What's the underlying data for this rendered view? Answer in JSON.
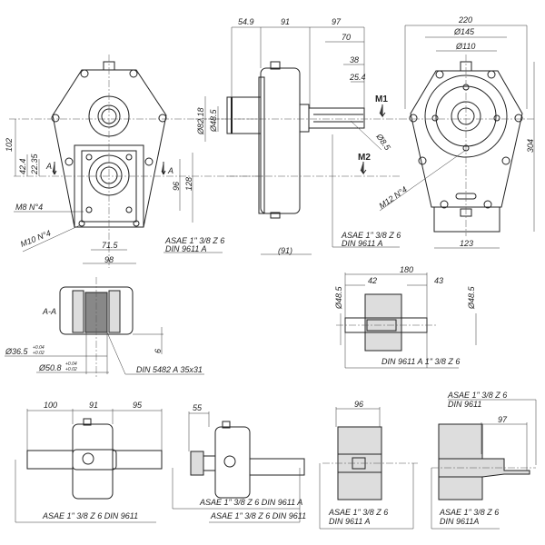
{
  "front_view": {
    "dims": {
      "d102": "102",
      "d42_4": "42.4",
      "d22_35": "22.35",
      "d96": "96",
      "d128": "128",
      "d71_5": "71.5",
      "d98": "98"
    },
    "section_mark": "A",
    "thread_m8": "M8 N°4",
    "thread_m10": "M10 N°4",
    "spline_1": "ASAE 1\" 3/8 Z 6",
    "spline_2": "DIN 9611 A"
  },
  "side_view": {
    "dims": {
      "d54_9": "54.9",
      "d91": "91",
      "d97": "97",
      "d70": "70",
      "d38": "38",
      "d25_4": "25.4",
      "d91_ref": "(91)",
      "dia82": "Ø82.18",
      "dia48": "Ø48.5",
      "dia8": "Ø8.5"
    },
    "m1": "M1",
    "m2": "M2",
    "spline_1": "ASAE 1\" 3/8 Z 6",
    "spline_2": "DIN 9611 A"
  },
  "rear_view": {
    "dims": {
      "d220": "220",
      "dia145": "Ø145",
      "dia110": "Ø110",
      "d304": "304",
      "d123": "123"
    },
    "thread_m12": "M12 N°4"
  },
  "section_aa": {
    "title": "A-A",
    "dia36": "Ø36.5",
    "dia36_tol_upper": "+0.04",
    "dia36_tol_lower": "+0.02",
    "dia50": "Ø50.8",
    "dia50_tol_upper": "+0.04",
    "dia50_tol_lower": "+0.02",
    "d6": "6",
    "spline": "DIN 5482 A  35x31"
  },
  "through_section": {
    "d180": "180",
    "d42": "42",
    "d43": "43",
    "dia_left": "Ø48.5",
    "dia_right": "Ø48.5",
    "spline": "DIN 9611 A  1\" 3/8 Z 6"
  },
  "variant_a": {
    "d100": "100",
    "d91": "91",
    "d95": "95",
    "spline": "ASAE 1\" 3/8 Z 6  DIN 9611"
  },
  "variant_b": {
    "d55": "55",
    "spline_1": "ASAE 1\" 3/8 Z 6  DIN 9611 A",
    "spline_2": "ASAE 1\" 3/8 Z 6  DIN 9611"
  },
  "variant_c": {
    "d96": "96",
    "spline_1": "ASAE 1\" 3/8 Z 6",
    "spline_2": "DIN 9611 A"
  },
  "variant_d": {
    "d97": "97",
    "top_1": "ASAE 1\" 3/8 Z 6",
    "top_2": "DIN 9611",
    "spline_1": "ASAE 1\" 3/8 Z 6",
    "spline_2": "DIN 9611A"
  }
}
